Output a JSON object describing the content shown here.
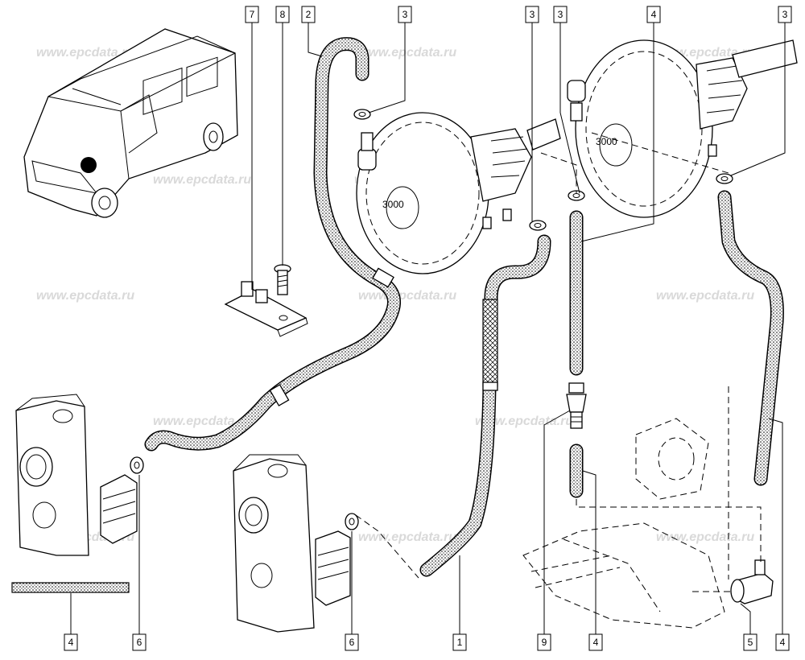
{
  "watermark": "www.epcdata.ru",
  "callouts": [
    {
      "id": "c7a",
      "label": "7"
    },
    {
      "id": "c8",
      "label": "8"
    },
    {
      "id": "c2",
      "label": "2"
    },
    {
      "id": "c3a",
      "label": "3"
    },
    {
      "id": "c3b",
      "label": "3"
    },
    {
      "id": "c3c",
      "label": "3"
    },
    {
      "id": "c4a",
      "label": "4"
    },
    {
      "id": "c3d",
      "label": "3"
    },
    {
      "id": "c4b",
      "label": "4"
    },
    {
      "id": "c6a",
      "label": "6"
    },
    {
      "id": "c6b",
      "label": "6"
    },
    {
      "id": "c1",
      "label": "1"
    },
    {
      "id": "c9",
      "label": "9"
    },
    {
      "id": "c4c",
      "label": "4"
    },
    {
      "id": "c5",
      "label": "5"
    },
    {
      "id": "c4d",
      "label": "4"
    }
  ],
  "booster_marks": [
    "3000",
    "3000"
  ],
  "colors": {
    "line": "#000000",
    "hose_fill": "#cfcfcf",
    "watermark": "#d9d9d9",
    "background": "#ffffff"
  }
}
